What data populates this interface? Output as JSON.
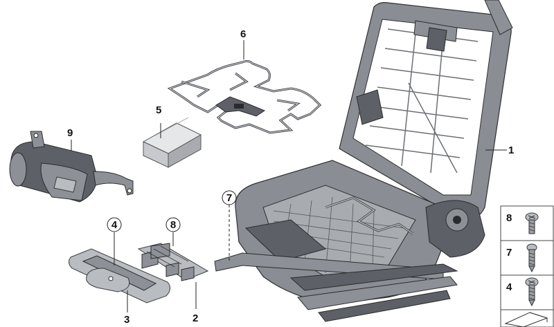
{
  "callouts": [
    {
      "id": "1",
      "text": "1"
    },
    {
      "id": "2",
      "text": "2"
    },
    {
      "id": "3",
      "text": "3"
    },
    {
      "id": "4",
      "text": "4"
    },
    {
      "id": "5",
      "text": "5"
    },
    {
      "id": "6",
      "text": "6"
    },
    {
      "id": "7",
      "text": "7"
    },
    {
      "id": "8",
      "text": "8"
    },
    {
      "id": "9",
      "text": "9"
    }
  ],
  "circled_callouts": [
    {
      "id": "4",
      "text": "4"
    },
    {
      "id": "8",
      "text": "8"
    },
    {
      "id": "7",
      "text": "7"
    }
  ],
  "fastener_panel": [
    {
      "id": "8",
      "text": "8",
      "icon": "torx-flat-screw-icon"
    },
    {
      "id": "7",
      "text": "7",
      "icon": "torx-pan-screw-icon"
    },
    {
      "id": "4",
      "text": "4",
      "icon": "torx-tapping-screw-icon"
    }
  ],
  "colors": {
    "background": "#ffffff",
    "part_dark": "#5d6066",
    "part_mid": "#8d9096",
    "part_light": "#b9bcc1",
    "outline": "#2a2b2e"
  }
}
